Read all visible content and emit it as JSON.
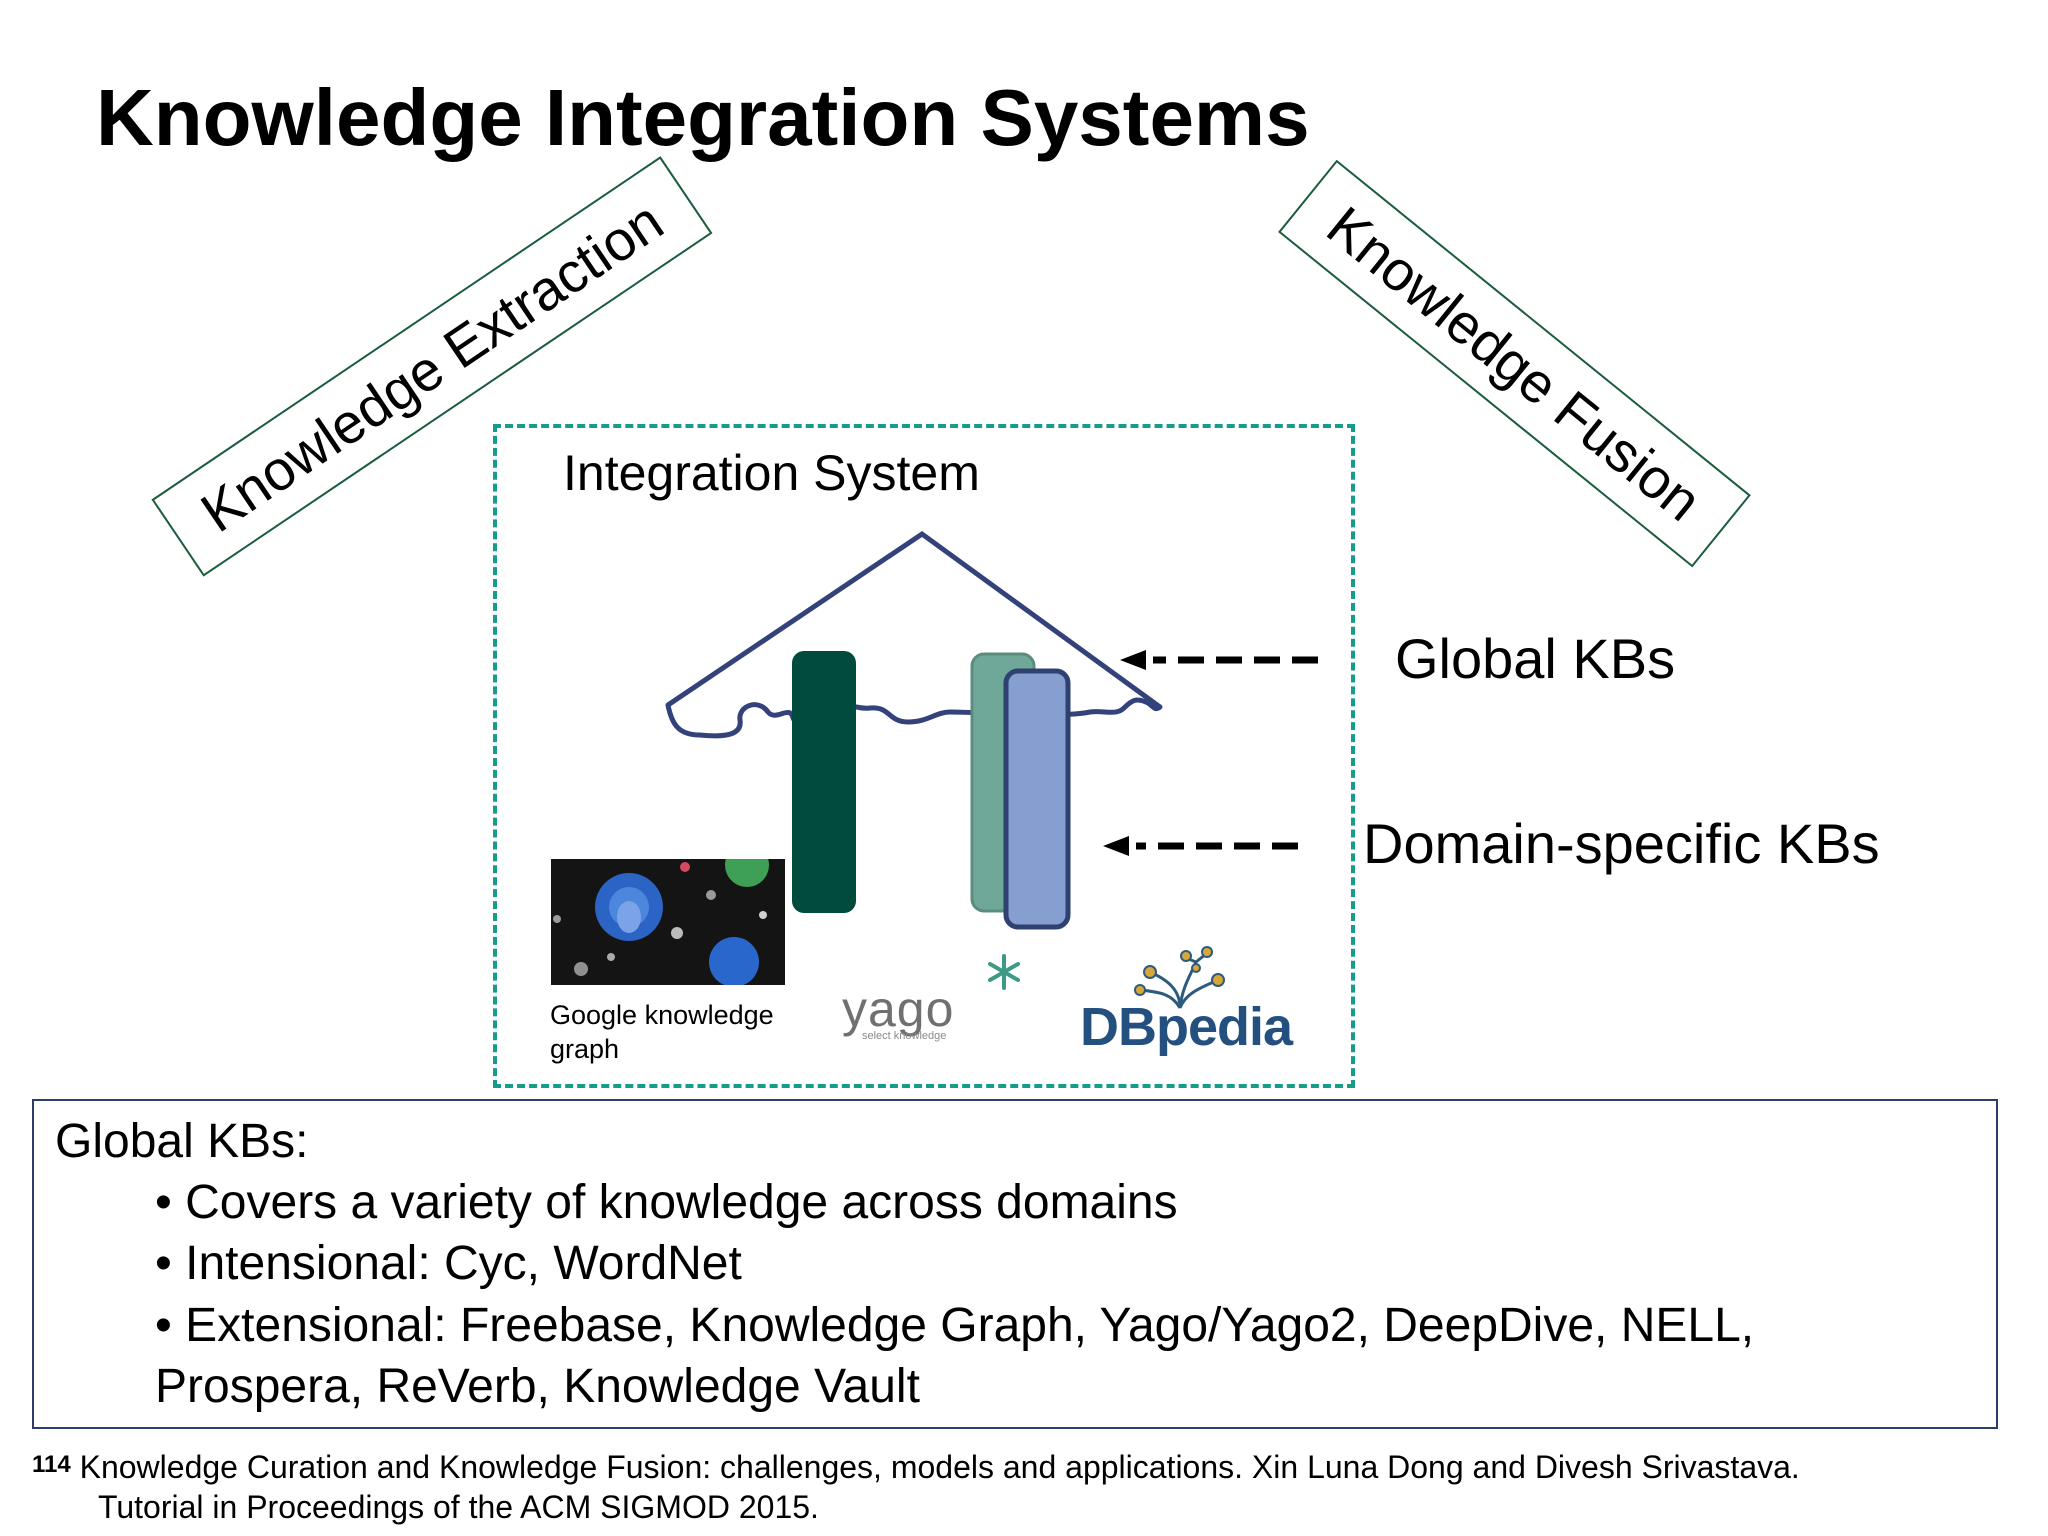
{
  "slide": {
    "title": "Knowledge Integration Systems",
    "extraction_label": "Knowledge Extraction",
    "fusion_label": "Knowledge Fusion"
  },
  "diagram": {
    "box_label": "Integration System",
    "global_kbs_label": "Global KBs",
    "domain_kbs_label": "Domain-specific KBs",
    "google_caption_line1": "Google knowledge",
    "google_caption_line2": "graph",
    "yago_logo": "yago",
    "yago_tagline": "select knowledge",
    "dbpedia_logo": "DBpedia",
    "colors": {
      "dashed_border": "#159c8c",
      "roof_line": "#33427a",
      "dark_green_bar": "#004a3e",
      "sage_bar": "#6fa898",
      "blue_bar": "#879ed0"
    }
  },
  "notes": {
    "heading": "Global KBs:",
    "bullets": [
      "• Covers a variety of knowledge across domains",
      "• Intensional: Cyc, WordNet",
      "• Extensional: Freebase, Knowledge Graph, Yago/Yago2, DeepDive, NELL,"
    ],
    "continuation": "Prospera, ReVerb, Knowledge Vault"
  },
  "footnote": {
    "number": "114",
    "line1": "Knowledge Curation and Knowledge Fusion: challenges, models and applications. Xin Luna Dong and Divesh Srivastava.",
    "line2": "Tutorial in Proceedings of the ACM SIGMOD 2015."
  }
}
